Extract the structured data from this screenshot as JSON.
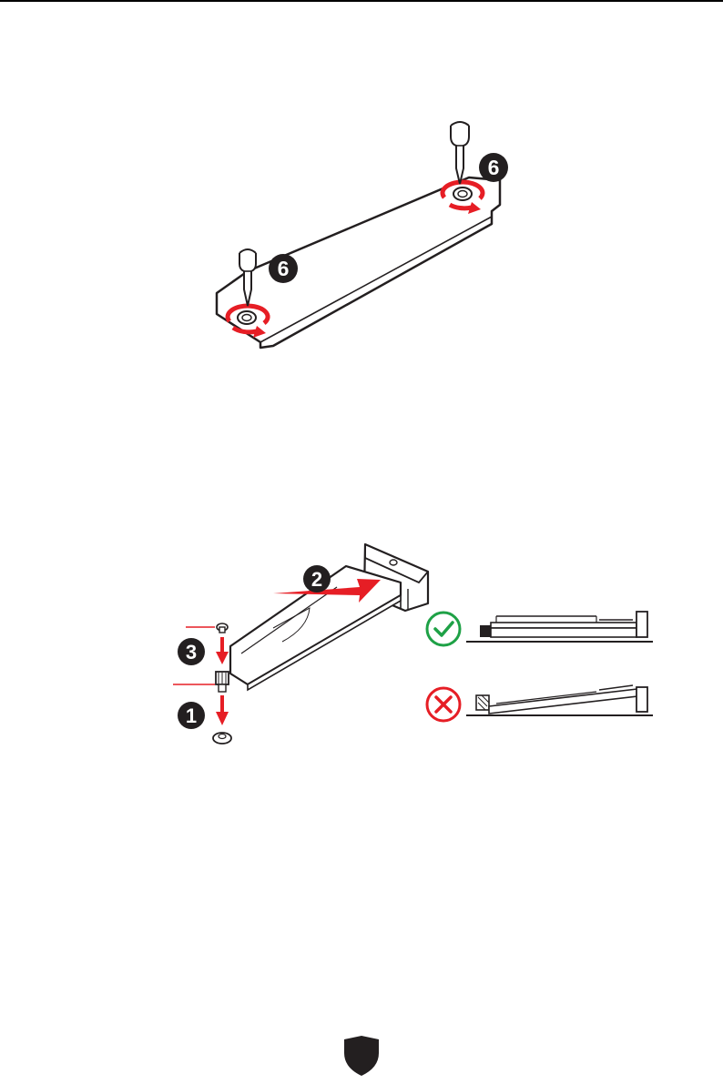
{
  "page": {
    "accent_red": "#e61e25",
    "ok_green": "#1ea146",
    "ink": "#231f20"
  },
  "figure_top": {
    "step_badges": [
      "6",
      "6"
    ]
  },
  "figure_bottom": {
    "step_badges": [
      "2",
      "3",
      "1"
    ],
    "correct_icon": "check-icon",
    "incorrect_icon": "cross-icon"
  },
  "footer": {
    "emblem": "shield-icon"
  }
}
